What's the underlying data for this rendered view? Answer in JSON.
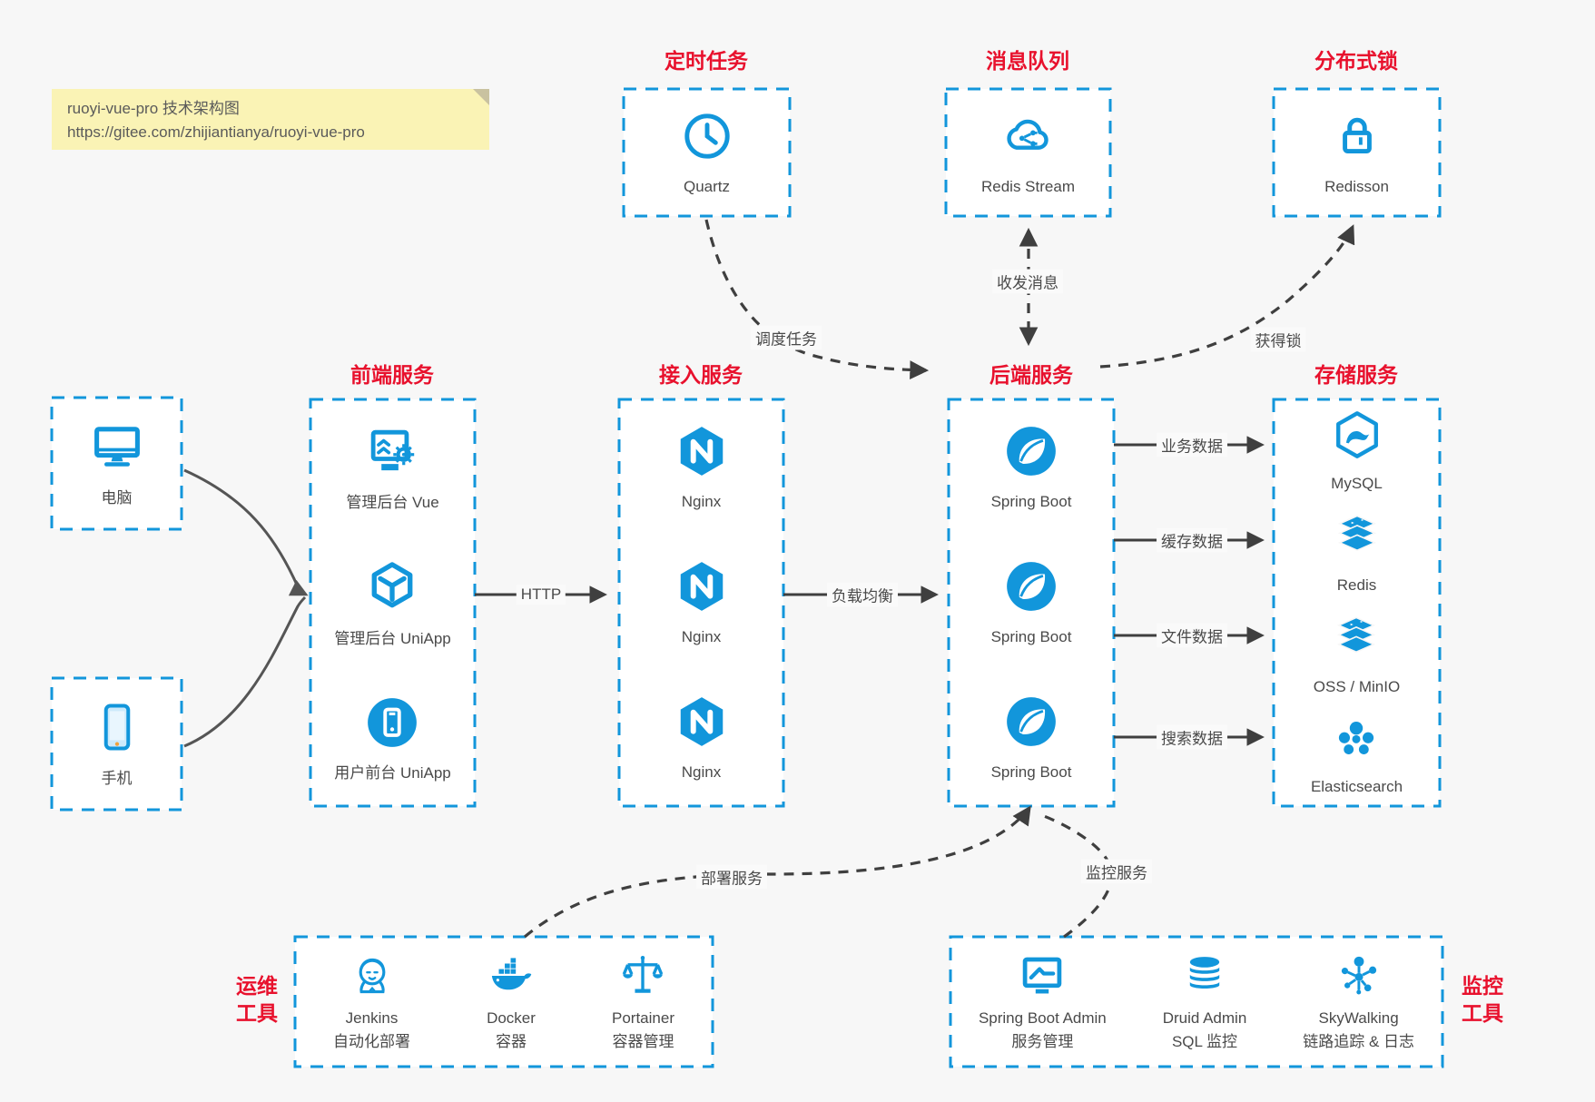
{
  "note": {
    "line1": "ruoyi-vue-pro 技术架构图",
    "line2": "https://gitee.com/zhijiantianya/ruoyi-vue-pro"
  },
  "top": {
    "scheduled": {
      "title": "定时任务",
      "label": "Quartz"
    },
    "mq": {
      "title": "消息队列",
      "label": "Redis Stream"
    },
    "lock": {
      "title": "分布式锁",
      "label": "Redisson"
    }
  },
  "clients": {
    "pc": "电脑",
    "phone": "手机"
  },
  "columns": {
    "frontend": {
      "title": "前端服务",
      "items": [
        "管理后台 Vue",
        "管理后台 UniApp",
        "用户前台 UniApp"
      ]
    },
    "gateway": {
      "title": "接入服务",
      "items": [
        "Nginx",
        "Nginx",
        "Nginx"
      ]
    },
    "backend": {
      "title": "后端服务",
      "items": [
        "Spring Boot",
        "Spring Boot",
        "Spring Boot"
      ]
    },
    "storage": {
      "title": "存储服务",
      "items": [
        "MySQL",
        "Redis",
        "OSS / MinIO",
        "Elasticsearch"
      ]
    }
  },
  "bottom": {
    "ops": {
      "title_line1": "运维",
      "title_line2": "工具",
      "items": [
        {
          "name": "Jenkins",
          "desc": "自动化部署"
        },
        {
          "name": "Docker",
          "desc": "容器"
        },
        {
          "name": "Portainer",
          "desc": "容器管理"
        }
      ]
    },
    "monitoring": {
      "title_line1": "监控",
      "title_line2": "工具",
      "items": [
        {
          "name": "Spring Boot Admin",
          "desc": "服务管理"
        },
        {
          "name": "Druid Admin",
          "desc": "SQL 监控"
        },
        {
          "name": "SkyWalking",
          "desc": "链路追踪 & 日志"
        }
      ]
    }
  },
  "edges": {
    "http": "HTTP",
    "lb": "负载均衡",
    "biz": "业务数据",
    "cache": "缓存数据",
    "file": "文件数据",
    "search": "搜索数据",
    "schedule": "调度任务",
    "message": "收发消息",
    "getlock": "获得锁",
    "deploy": "部署服务",
    "monitor": "监控服务"
  },
  "colors": {
    "accent": "#1296db",
    "title_red": "#e8112d",
    "arrow": "#3f3f3f",
    "note_bg": "#faf3b5",
    "background": "#f7f7f7",
    "text": "#4a4a4a"
  }
}
